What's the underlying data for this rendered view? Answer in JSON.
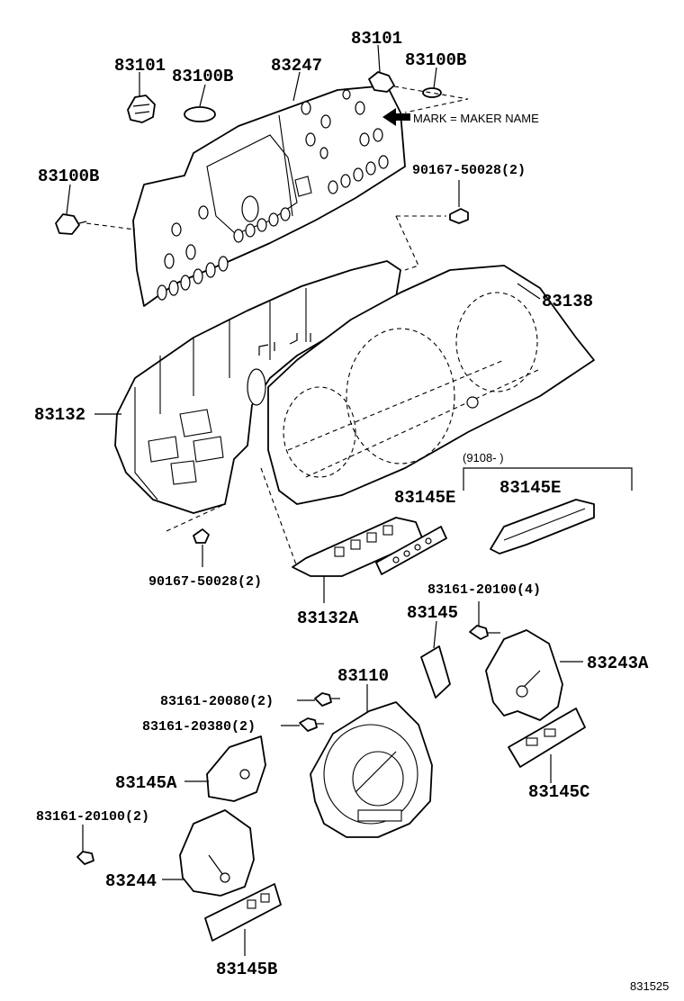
{
  "part_labels": {
    "p83101_left": "83101",
    "p83100B_left": "83100B",
    "p83247": "83247",
    "p83101_right": "83101",
    "p83100B_right": "83100B",
    "mark_note": "MARK = MAKER NAME",
    "p83100B_side": "83100B",
    "p90167_top": "90167-50028(2)",
    "p83138": "83138",
    "p83132": "83132",
    "date_range": "(9108-      )",
    "p83145E_left": "83145E",
    "p83145E_right": "83145E",
    "p90167_bottom": "90167-50028(2)",
    "p83132A": "83132A",
    "p83161_20100_4": "83161-20100(4)",
    "p83145": "83145",
    "p83110": "83110",
    "p83243A": "83243A",
    "p83161_20080": "83161-20080(2)",
    "p83161_20380": "83161-20380(2)",
    "p83145A": "83145A",
    "p83145C": "83145C",
    "p83161_20100_2": "83161-20100(2)",
    "p83244": "83244",
    "p83145B": "83145B"
  },
  "diagram_id": "831525"
}
